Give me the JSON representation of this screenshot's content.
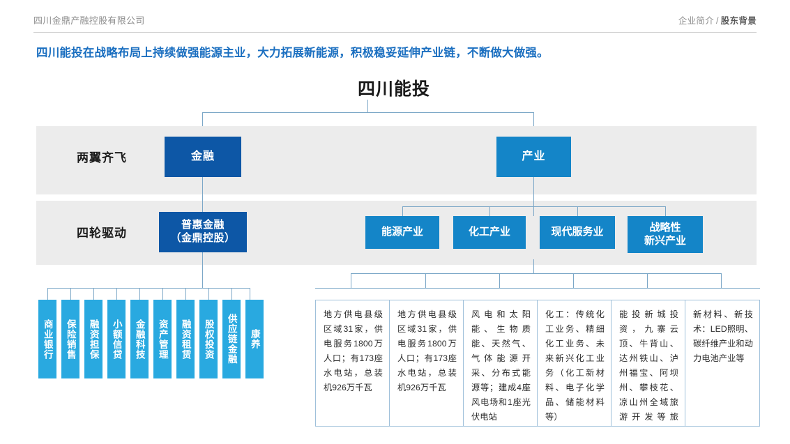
{
  "header": {
    "company": "四川金鼎产融控股有限公司",
    "breadcrumb_primary": "企业简介",
    "breadcrumb_separator": "/",
    "breadcrumb_current": "股东背景"
  },
  "lead": {
    "text": "四川能投在战略布局上持续做强能源主业，大力拓展新能源，积极稳妥延伸产业链，不断做大做强。"
  },
  "chart_data": {
    "type": "diagram",
    "title": "四川能投",
    "rows": [
      {
        "label": "两翼齐飞",
        "nodes": [
          {
            "name": "金融",
            "color": "#0d57a6"
          },
          {
            "name": "产业",
            "color": "#1485c8"
          }
        ]
      },
      {
        "label": "四轮驱动",
        "nodes": [
          {
            "name": "普惠金融\n（金鼎控股）",
            "color": "#0d57a6"
          },
          {
            "name": "能源产业",
            "color": "#1485c8"
          },
          {
            "name": "化工产业",
            "color": "#1485c8"
          },
          {
            "name": "现代服务业",
            "color": "#1485c8"
          },
          {
            "name": "战略性\n新兴产业",
            "color": "#1485c8"
          }
        ]
      }
    ]
  },
  "root": {
    "title": "四川能投"
  },
  "tier1": {
    "row_label": "两翼齐飞",
    "finance": "金融",
    "industry": "产业"
  },
  "tier2": {
    "row_label": "四轮驱动",
    "inclusive_line1": "普惠金融",
    "inclusive_line2": "（金鼎控股）",
    "industries": [
      {
        "label": "能源产业"
      },
      {
        "label": "化工产业"
      },
      {
        "label": "现代服务业"
      },
      {
        "label": "战略性\n新兴产业"
      }
    ],
    "industry_4_line1": "战略性",
    "industry_4_line2": "新兴产业"
  },
  "finance_units": [
    {
      "label": "商业银行"
    },
    {
      "label": "保险销售"
    },
    {
      "label": "融资担保"
    },
    {
      "label": "小额信贷"
    },
    {
      "label": "金融科技"
    },
    {
      "label": "资产管理"
    },
    {
      "label": "融资租赁"
    },
    {
      "label": "股权投资"
    },
    {
      "label": "供应链金融"
    },
    {
      "label": "康养"
    }
  ],
  "detail_panels": [
    {
      "text": "地方供电县级区域31家，供电服务1800万人口；有173座水电站，总装机926万千瓦"
    },
    {
      "text": "地方供电县级区域31家，供电服务1800万人口；有173座水电站，总装机926万千瓦"
    },
    {
      "text": "风电和太阳能、生物质能、天然气、气体能源开采、分布式能源等；建成4座风电场和1座光伏电站"
    },
    {
      "text": "化工：传统化工业务、精细化工业务、未来新兴化工业务（化工新材料、电子化学品、储能材料等）"
    },
    {
      "text": "能投新城投资，九寨云顶、牛背山、达州铁山、泸州福宝、阿坝州、攀枝花、凉山州全域旅游开发等旅游、康养产业发展，贸易板块，供应链集成服务商等"
    },
    {
      "text": "新材料、新技术：LED照明、碳纤维产业和动力电池产业等"
    }
  ],
  "colors": {
    "brand_dark_blue": "#0d57a6",
    "brand_blue": "#1485c8",
    "brand_light_blue": "#29a9e0",
    "band_gray": "#ececec",
    "line_blue": "#7ba7c7",
    "lead_text": "#1b6fc0"
  }
}
